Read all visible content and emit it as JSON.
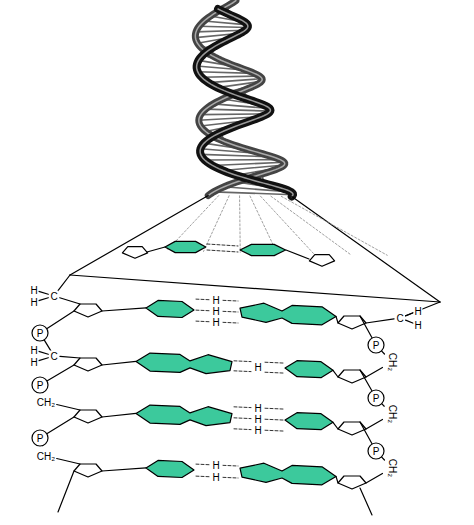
{
  "diagram": {
    "labels": [
      "H",
      "H",
      "C",
      "H",
      "H",
      "H",
      "C",
      "H",
      "H",
      "P",
      "P",
      "H",
      "H",
      "C",
      "H",
      "CH₂",
      "P",
      "P",
      "CH₂",
      "H",
      "H",
      "H",
      "CH₂",
      "P",
      "P",
      "CH₂",
      "H",
      "H",
      "CH₂"
    ]
  }
}
